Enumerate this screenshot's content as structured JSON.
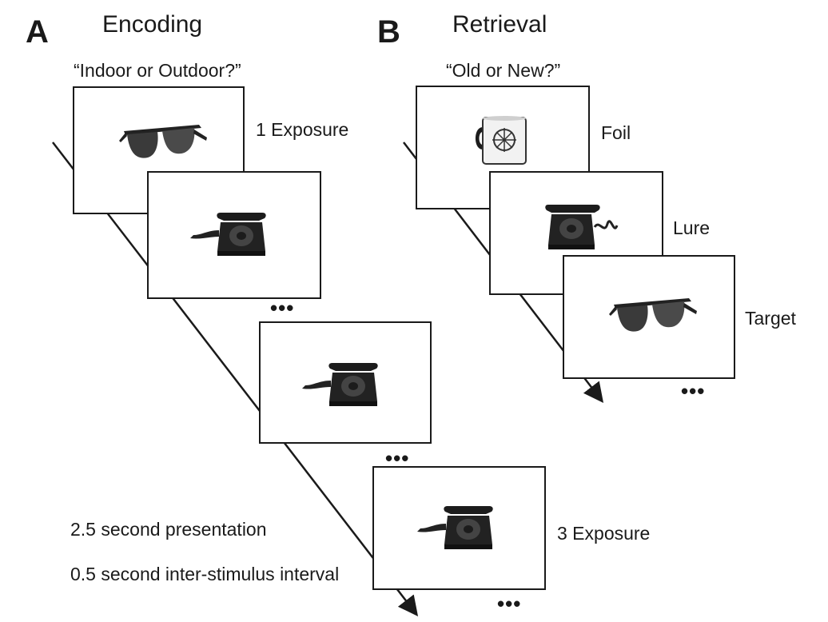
{
  "panel_a": {
    "letter": "A",
    "title": "Encoding",
    "question": "“Indoor or Outdoor?”",
    "label_first": "1 Exposure",
    "label_last": "3 Exposure",
    "timing_presentation": "2.5 second presentation",
    "timing_isi": "0.5 second inter-stimulus interval",
    "frames": [
      {
        "object": "sunglasses"
      },
      {
        "object": "rotary-telephone"
      },
      {
        "object": "rotary-telephone"
      },
      {
        "object": "rotary-telephone"
      }
    ]
  },
  "panel_b": {
    "letter": "B",
    "title": "Retrieval",
    "question": "“Old or New?”",
    "frames": [
      {
        "label": "Foil",
        "object": "mug"
      },
      {
        "label": "Lure",
        "object": "rotary-telephone"
      },
      {
        "label": "Target",
        "object": "sunglasses"
      }
    ]
  },
  "ellipsis": "•••",
  "colors": {
    "stroke": "#1a1a1a",
    "background": "#ffffff"
  }
}
